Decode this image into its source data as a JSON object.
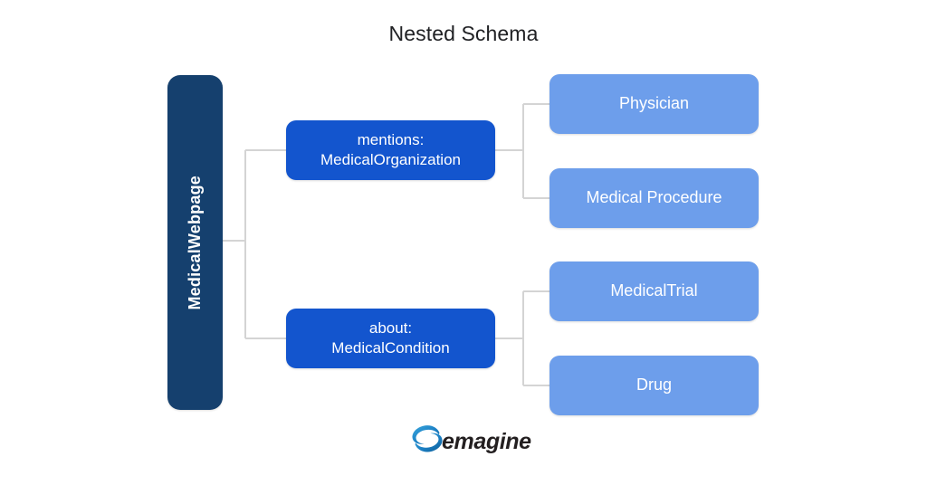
{
  "diagram": {
    "title": "Nested Schema",
    "type": "tree",
    "root": {
      "label": "MedicalWebpage",
      "color": "#15406E",
      "orientation": "vertical-text"
    },
    "mid_nodes": [
      {
        "label_line1": "mentions:",
        "label_line2": "MedicalOrganization",
        "color": "#1355CE"
      },
      {
        "label_line1": "about:",
        "label_line2": "MedicalCondition",
        "color": "#1355CE"
      }
    ],
    "leaf_nodes": [
      {
        "label": "Physician",
        "color": "#6D9EEB",
        "parent": "mentions: MedicalOrganization"
      },
      {
        "label": "Medical Procedure",
        "color": "#6D9EEB",
        "parent": "mentions: MedicalOrganization"
      },
      {
        "label": "MedicalTrial",
        "color": "#6D9EEB",
        "parent": "about: MedicalCondition"
      },
      {
        "label": "Drug",
        "color": "#6D9EEB",
        "parent": "about: MedicalCondition"
      }
    ],
    "connector_color": "#d4d4d4",
    "background": "#ffffff"
  },
  "logo": {
    "text": "emagine",
    "mark_color": "#1B7FC4",
    "text_color": "#231F20"
  }
}
